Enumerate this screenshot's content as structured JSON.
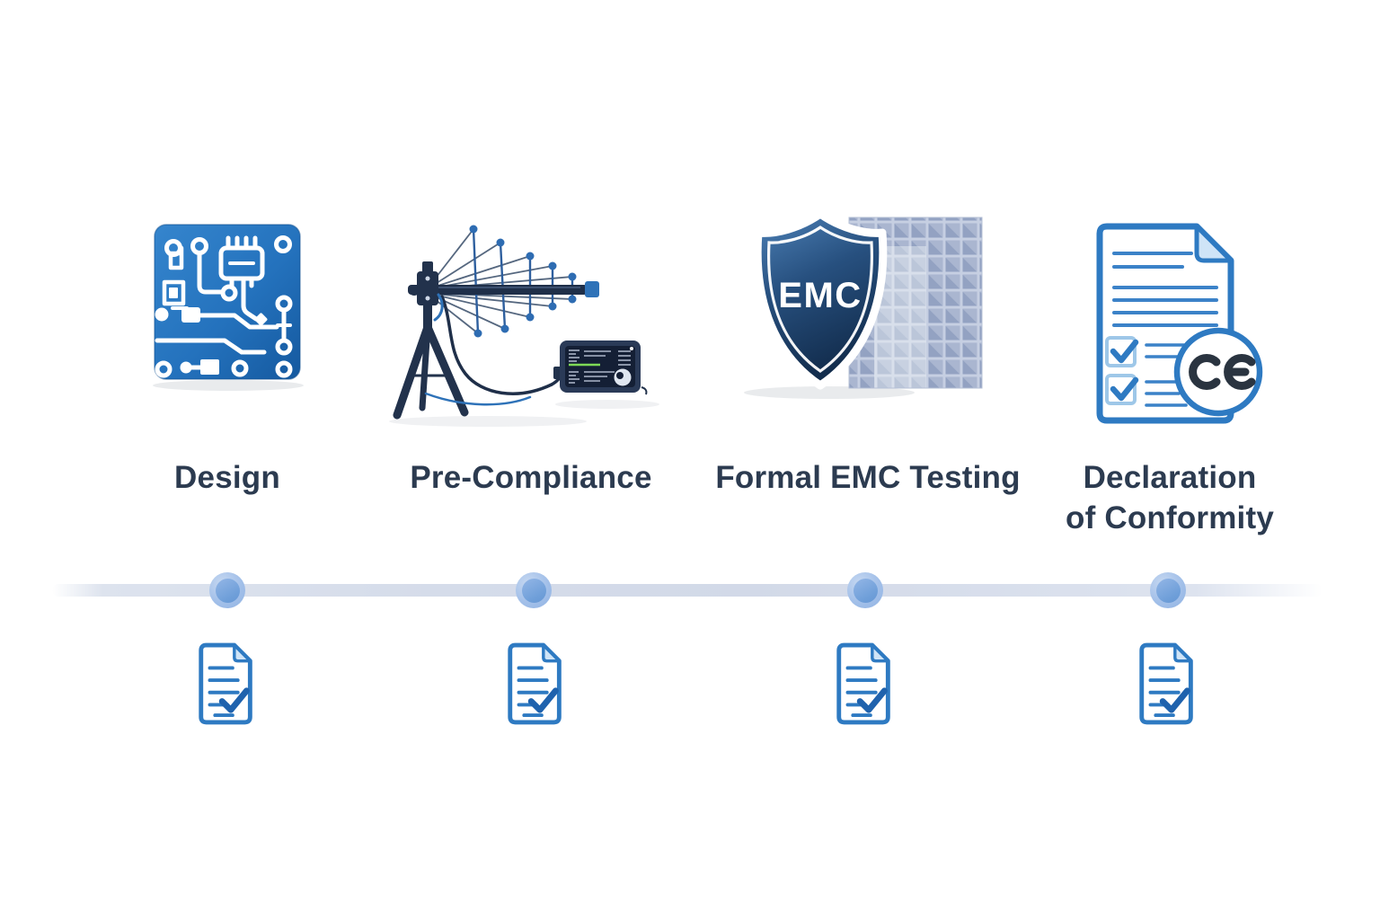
{
  "diagram": {
    "type": "process-timeline",
    "stage_count": 4
  },
  "stages": [
    {
      "label": "Design",
      "icon": "circuit-board-icon",
      "milestone_icon": "checked-document-icon"
    },
    {
      "label": "Pre-Compliance",
      "icon": "antenna-spectrum-analyzer-icon",
      "milestone_icon": "checked-document-icon"
    },
    {
      "label": "Formal EMC Testing",
      "icon": "emc-shield-anechoic-chamber-icon",
      "milestone_icon": "checked-document-icon"
    },
    {
      "label": "Declaration of Conformity",
      "label_lines": [
        "Declaration",
        "of Conformity"
      ],
      "icon": "ce-declaration-document-icon",
      "milestone_icon": "checked-document-icon"
    }
  ],
  "shield": {
    "label": "EMC"
  },
  "ce_badge": {
    "label": "CE"
  },
  "colors": {
    "label_text": "#2c3b50",
    "primary_blue": "#2e7ac2",
    "pcb_blue": "#2472bd",
    "dark_navy": "#22324c",
    "shield_dark": "#122c4c",
    "anechoic_wall": "#c6cfe2",
    "fold_light_blue": "#cfe4f7",
    "check_dark_blue": "#1f62ad",
    "timeline_bar": "#d5dcea",
    "timeline_dot": "#6f9fd9",
    "analyzer_screen_green": "#7ed957"
  }
}
